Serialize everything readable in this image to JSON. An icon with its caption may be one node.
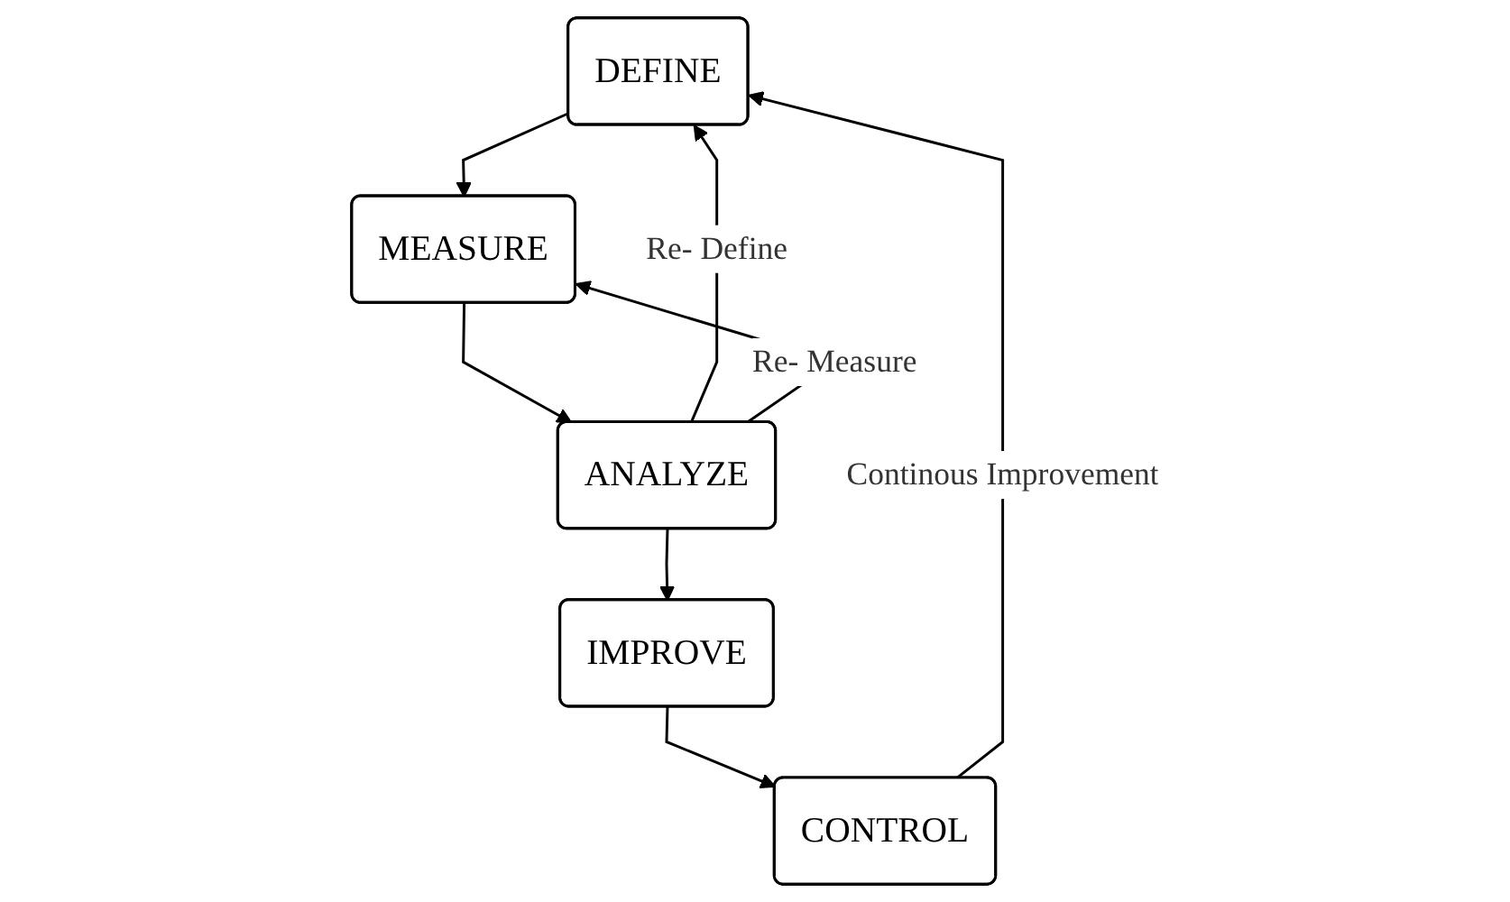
{
  "diagram": {
    "nodes": [
      {
        "text": [
          "DEFINE"
        ]
      },
      {
        "text": [
          "MEASURE"
        ]
      },
      {
        "text": [
          "ANALYZE"
        ]
      },
      {
        "text": [
          "IMPROVE"
        ]
      },
      {
        "text": [
          "CONTROL"
        ]
      }
    ],
    "edges": [
      {
        "from": 0,
        "to": 1,
        "arrow": "to"
      },
      {
        "from": 1,
        "to": 2,
        "arrow": "to"
      },
      {
        "from": 2,
        "to": 3,
        "arrow": "to"
      },
      {
        "from": 3,
        "to": 4,
        "arrow": "to"
      },
      {
        "from": 2,
        "to": 0,
        "arrow": "to",
        "label": "Re- Define"
      },
      {
        "from": 2,
        "to": 1,
        "arrow": "to",
        "label": "Re- Measure"
      },
      {
        "from": 4,
        "to": 0,
        "arrow": "to",
        "label": "Continous Improvement"
      }
    ]
  }
}
